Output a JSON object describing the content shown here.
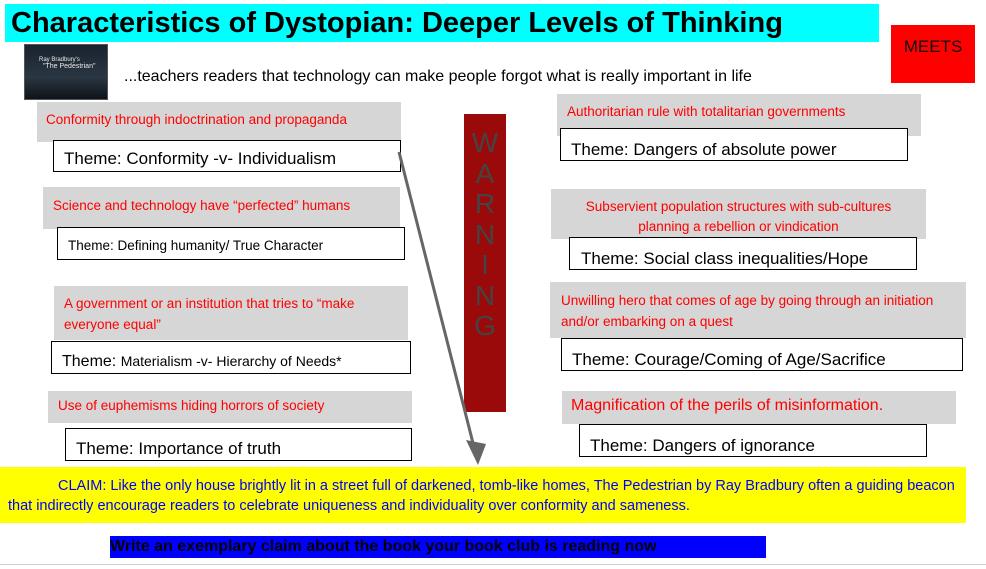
{
  "title": "Characteristics of Dystopian: Deeper Levels of Thinking",
  "badge": "MEETS",
  "thumbnail": {
    "line1": "Ray Bradbury's",
    "line2": "\"The Pedestrian\""
  },
  "subtitle": "...teachers readers that technology can make people forgot what is really important in life",
  "warning_letters": [
    "W",
    "A",
    "R",
    "N",
    "I",
    "N",
    "G"
  ],
  "left_items": [
    {
      "characteristic": "Conformity through indoctrination and propaganda",
      "theme": "Theme: Conformity -v- Individualism"
    },
    {
      "characteristic": "Science and technology have “perfected” humans",
      "theme": "Theme: Defining humanity/ True Character"
    },
    {
      "characteristic": "A government or an institution that tries to “make everyone equal”",
      "theme_prefix": "Theme: ",
      "theme_rest": "Materialism -v- Hierarchy of Needs*"
    },
    {
      "characteristic": "Use of euphemisms hiding horrors of society",
      "theme": "Theme: Importance of truth"
    }
  ],
  "right_items": [
    {
      "characteristic": "Authoritarian rule with totalitarian governments",
      "theme": "Theme: Dangers of absolute power"
    },
    {
      "characteristic": "Subservient population structures with sub-cultures planning a rebellion or vindication",
      "theme": "Theme: Social class inequalities/Hope"
    },
    {
      "characteristic": "Unwilling hero that comes of age by going through an initiation and/or embarking on a quest",
      "theme": "Theme: Courage/Coming of Age/Sacrifice"
    },
    {
      "characteristic": "Magnification of the perils of misinformation.",
      "theme": "Theme: Dangers of ignorance"
    }
  ],
  "claim": "CLAIM: Like the only house brightly lit in a street full of darkened, tomb-like homes, The Pedestrian by Ray Bradbury often a guiding  beacon that indirectly encourage readers  to celebrate  uniqueness and  individuality over conformity and sameness.",
  "call_to_action": "Write an exemplary claim about the book your book club is reading now",
  "colors": {
    "title_bg": "#00ffff",
    "badge_bg": "#ff0000",
    "warning_bg": "#9b0a0a",
    "claim_bg": "#ffff00",
    "claim_text": "#0000ff",
    "cta_bg": "#0000ff",
    "characteristic_text": "#ff0000",
    "panel_bg": "#d6d6d6"
  }
}
